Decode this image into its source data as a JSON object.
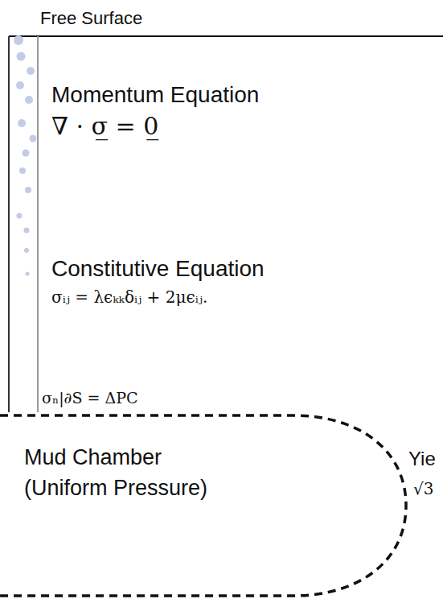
{
  "diagram": {
    "nodes": [
      {
        "text": [
          "Mud Chamber (Uniform Pressure)"
        ]
      }
    ],
    "labels": [
      "Free Surface",
      "Momentum Equation",
      "∇ · σ̲ = 0̲",
      "Constitutive Equation",
      "σᵢⱼ = λϵₖₖδᵢⱼ + 2μϵᵢⱼ.",
      "σₙ|∂S = ΔPC",
      "Yie",
      "√3"
    ]
  }
}
